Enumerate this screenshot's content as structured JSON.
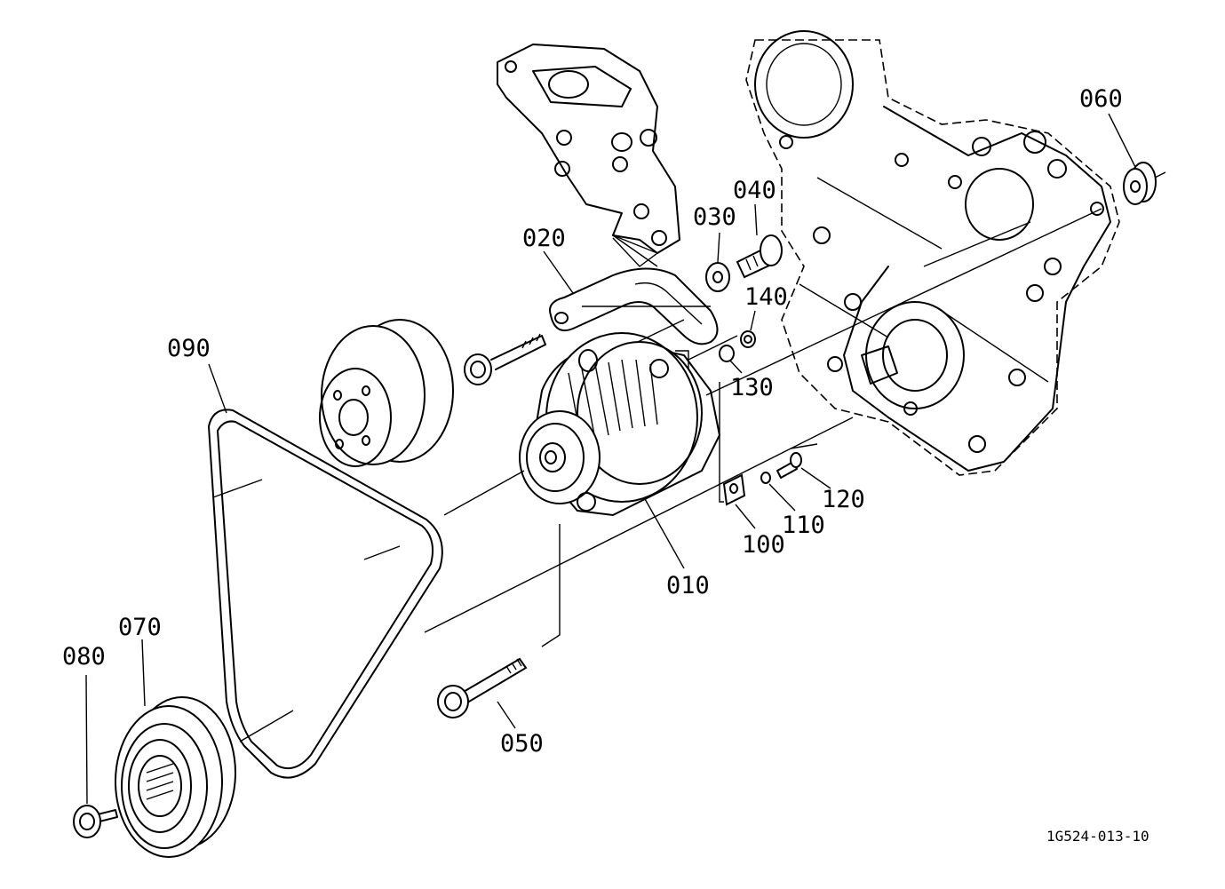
{
  "callouts": {
    "p010": "010",
    "p020": "020",
    "p030": "030",
    "p040": "040",
    "p050": "050",
    "p060": "060",
    "p070": "070",
    "p080": "080",
    "p090": "090",
    "p100": "100",
    "p110": "110",
    "p120": "120",
    "p130": "130",
    "p140": "140"
  },
  "drawing_code": "1G524-013-10"
}
